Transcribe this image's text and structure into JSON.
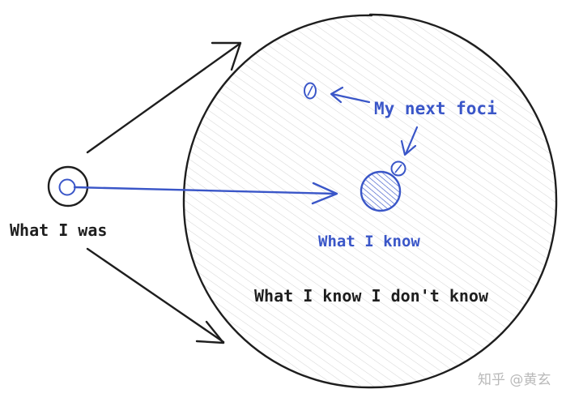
{
  "labels": {
    "what_i_was": "What I was",
    "what_i_know": "What I know",
    "my_next_foci": "My next foci",
    "what_i_know_i_dont_know": "What I know I don't know"
  },
  "watermark": {
    "text": "知乎 @黄玄"
  },
  "colors": {
    "ink": "#1e1e1e",
    "accent": "#3a56c8",
    "hatch": "#d0d0d0",
    "watermark": "#b9b9b9"
  }
}
